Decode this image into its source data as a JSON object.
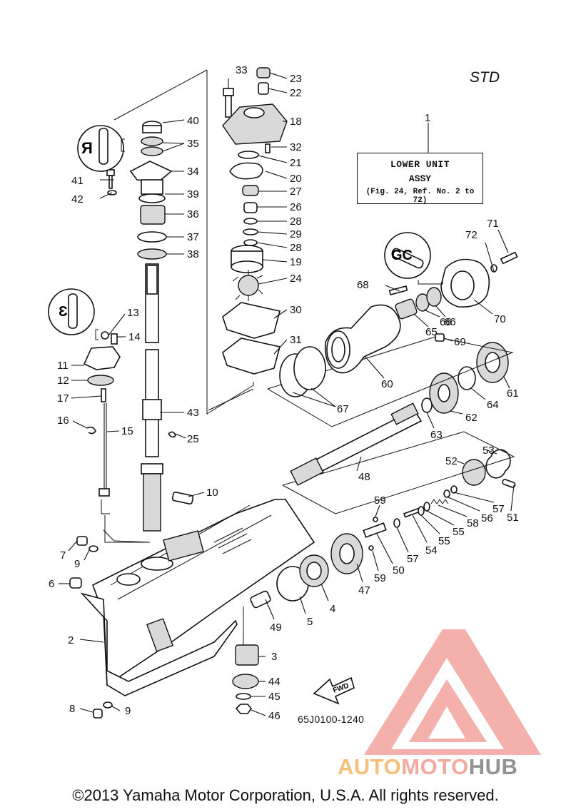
{
  "diagram": {
    "variant_label": "STD",
    "assembly_box": {
      "line1": "LOWER UNIT",
      "line2": "ASSY",
      "line3": "(Fig. 24, Ref. No. 2 to 72)"
    },
    "figure_code": "65J0100-1240",
    "fwd_label": "FWD",
    "copyright": "©2013 Yamaha Motor Corporation, U.S.A. All rights reserved.",
    "watermark": {
      "part1": "AUTO",
      "part2": "MOTO",
      "part3": "HUB"
    },
    "callouts": [
      "1",
      "2",
      "3",
      "4",
      "5",
      "6",
      "7",
      "8",
      "9",
      "9",
      "10",
      "11",
      "12",
      "13",
      "14",
      "15",
      "16",
      "17",
      "18",
      "19",
      "20",
      "21",
      "22",
      "23",
      "24",
      "25",
      "26",
      "27",
      "28",
      "28",
      "29",
      "30",
      "31",
      "32",
      "33",
      "34",
      "35",
      "36",
      "37",
      "38",
      "39",
      "40",
      "41",
      "42",
      "43",
      "44",
      "45",
      "46",
      "47",
      "48",
      "49",
      "50",
      "51",
      "52",
      "53",
      "54",
      "55",
      "55",
      "56",
      "57",
      "57",
      "58",
      "59",
      "59",
      "60",
      "61",
      "62",
      "63",
      "64",
      "65",
      "66",
      "66",
      "67",
      "68",
      "69",
      "70",
      "71",
      "72"
    ],
    "inset_marks": [
      "Я",
      "Ɛ",
      "GC"
    ]
  },
  "colors": {
    "ink": "#111111",
    "watermark_red": "#ef8b80",
    "watermark_orange": "#f5b463",
    "watermark_gray": "#7f7f7f"
  }
}
